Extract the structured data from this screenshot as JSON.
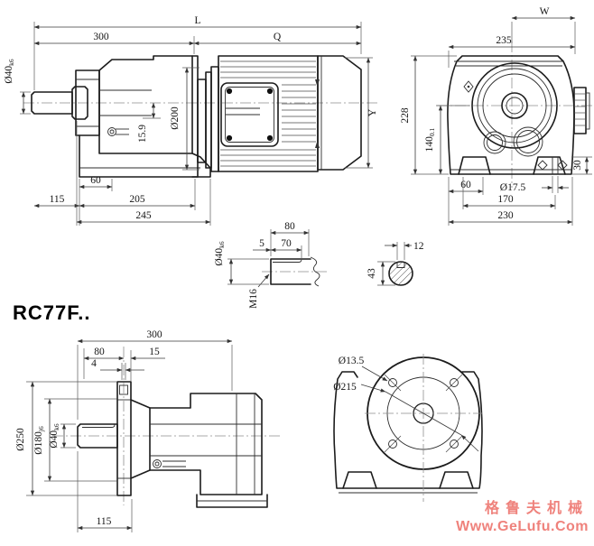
{
  "title": "RC77F..",
  "watermark": {
    "brand": "格鲁夫机械",
    "url": "Www.GeLufu.Com",
    "color": "#ef827c"
  },
  "views": {
    "side_foot": {
      "dims": {
        "overall_length": "L",
        "gear_unit_length": "300",
        "motor_length": "Q",
        "shaft_dia": "Ø40",
        "shaft_dia_tol": "k6",
        "adapter_dia": "Ø200",
        "center_offset": "15.9",
        "foot_hole_offset": "60",
        "shaft_to_foot": "115",
        "foot_length": "205",
        "base_length": "245",
        "motor_dia": "Y"
      }
    },
    "front_foot": {
      "dims": {
        "center_to_edge": "W",
        "housing_width": "235",
        "housing_height": "228",
        "shaft_center_height": "140",
        "shaft_center_height_tol": "0.1",
        "foot_hole_offset": "60",
        "foot_hole_dia": "Ø17.5",
        "foot_hole_spacing": "170",
        "base_width": "230",
        "foot_height": "30"
      }
    },
    "shaft_detail": {
      "dims": {
        "shaft_length": "80",
        "key_start": "5",
        "key_length": "70",
        "shaft_dia": "Ø40",
        "shaft_dia_tol": "k6",
        "end_tap": "M16"
      }
    },
    "shaft_section": {
      "dims": {
        "key_width": "12",
        "height_over_key": "43"
      }
    },
    "side_flange": {
      "dims": {
        "length": "300",
        "flange_offset": "80",
        "flange_thickness": "15",
        "recess_depth": "4",
        "flange_dia": "Ø250",
        "spigot_dia": "Ø180",
        "spigot_dia_tol": "j6",
        "shaft_dia": "Ø40",
        "shaft_dia_tol": "k6",
        "shaft_section_length": "115"
      }
    },
    "front_flange": {
      "dims": {
        "bolt_hole_dia": "Ø13.5",
        "bolt_circle_dia": "Ø215"
      }
    }
  }
}
